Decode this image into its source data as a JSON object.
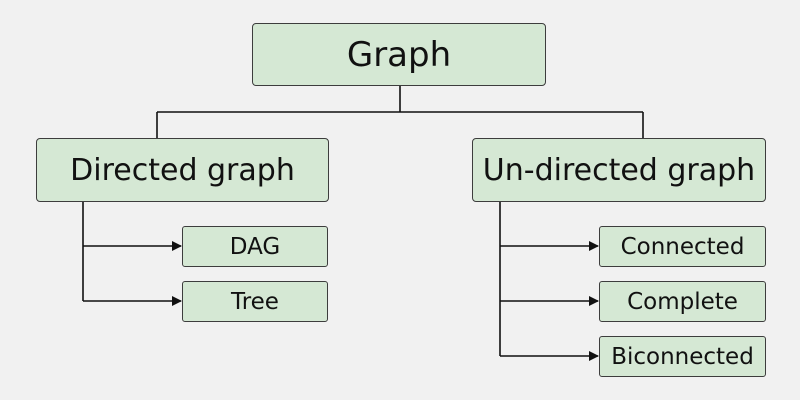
{
  "root": {
    "label": "Graph"
  },
  "branches": [
    {
      "label": "Directed graph",
      "children": [
        "DAG",
        "Tree"
      ]
    },
    {
      "label": "Un-directed graph",
      "children": [
        "Connected",
        "Complete",
        "Biconnected"
      ]
    }
  ],
  "colors": {
    "background": "#f1f1f1",
    "node_fill": "#d5e8d4",
    "node_border": "#3d3d3d",
    "connector": "#111111"
  }
}
